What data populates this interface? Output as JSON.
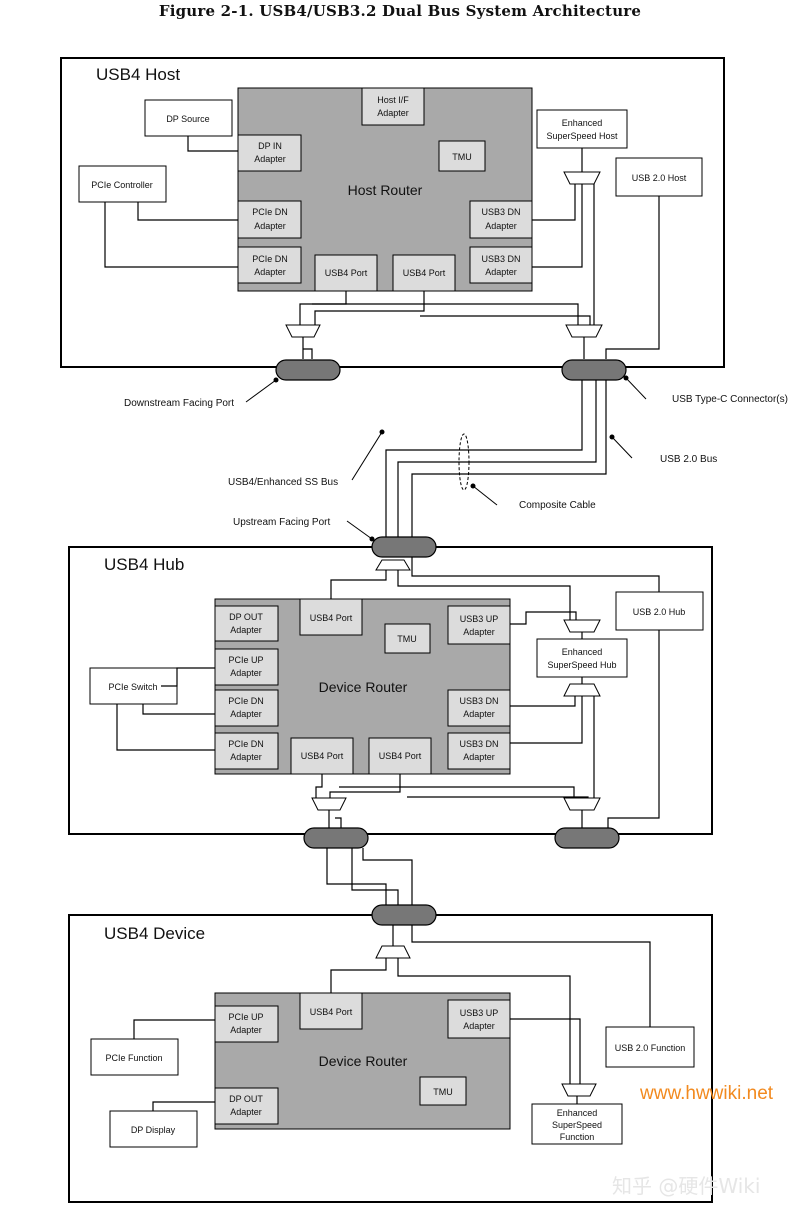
{
  "figure": {
    "title": "Figure 2-1.  USB4/USB3.2 Dual Bus System Architecture"
  },
  "host": {
    "label": "USB4 Host",
    "router": "Host Router",
    "host_if": [
      "Host I/F",
      "Adapter"
    ],
    "dp_in": [
      "DP IN",
      "Adapter"
    ],
    "tmu": "TMU",
    "pcie_dn1": [
      "PCIe DN",
      "Adapter"
    ],
    "pcie_dn2": [
      "PCIe DN",
      "Adapter"
    ],
    "usb3_dn1": [
      "USB3 DN",
      "Adapter"
    ],
    "usb3_dn2": [
      "USB3 DN",
      "Adapter"
    ],
    "usb4_port1": "USB4 Port",
    "usb4_port2": "USB4 Port",
    "dp_source": "DP Source",
    "pcie_controller": "PCIe Controller",
    "enhanced_ss": [
      "Enhanced",
      "SuperSpeed Host"
    ],
    "usb2": "USB 2.0 Host"
  },
  "cable_labels": {
    "dfp": "Downstream Facing Port",
    "typec": "USB Type-C Connector(s)",
    "usb2_bus": "USB 2.0 Bus",
    "ss_bus": "USB4/Enhanced SS Bus",
    "composite": "Composite Cable",
    "ufp": "Upstream Facing Port"
  },
  "hub": {
    "label": "USB4 Hub",
    "router": "Device Router",
    "dp_out": [
      "DP OUT",
      "Adapter"
    ],
    "usb4_port_up": "USB4 Port",
    "tmu": "TMU",
    "usb3_up": [
      "USB3 UP",
      "Adapter"
    ],
    "pcie_up": [
      "PCIe UP",
      "Adapter"
    ],
    "pcie_dn1": [
      "PCIe DN",
      "Adapter"
    ],
    "pcie_dn2": [
      "PCIe DN",
      "Adapter"
    ],
    "usb3_dn1": [
      "USB3 DN",
      "Adapter"
    ],
    "usb3_dn2": [
      "USB3 DN",
      "Adapter"
    ],
    "usb4_port1": "USB4 Port",
    "usb4_port2": "USB4 Port",
    "pcie_switch": "PCIe Switch",
    "enhanced_ss": [
      "Enhanced",
      "SuperSpeed Hub"
    ],
    "usb2": "USB 2.0 Hub"
  },
  "device": {
    "label": "USB4 Device",
    "router": "Device Router",
    "usb4_port": "USB4 Port",
    "pcie_up": [
      "PCIe UP",
      "Adapter"
    ],
    "usb3_up": [
      "USB3 UP",
      "Adapter"
    ],
    "dp_out": [
      "DP OUT",
      "Adapter"
    ],
    "tmu": "TMU",
    "pcie_function": "PCIe Function",
    "dp_display": "DP Display",
    "enhanced_ss": [
      "Enhanced",
      "SuperSpeed",
      "Function"
    ],
    "usb2": "USB 2.0 Function"
  },
  "watermark": {
    "site": "www.hwwiki.net",
    "credit": "知乎 @硬件Wiki"
  },
  "colors": {
    "router": "#a9a9a9",
    "adapter": "#dcdcdc",
    "connector": "#777777"
  }
}
